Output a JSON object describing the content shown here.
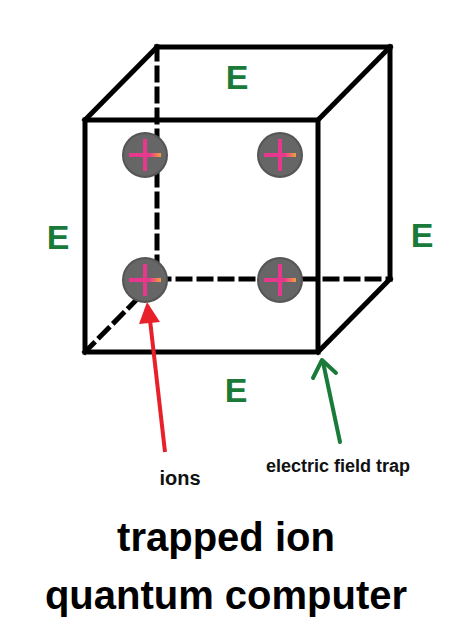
{
  "diagram": {
    "title": "trapped ion quantum computer",
    "labels": [
      "E",
      "E",
      "E",
      "E",
      "ions",
      "electric field trap"
    ]
  }
}
